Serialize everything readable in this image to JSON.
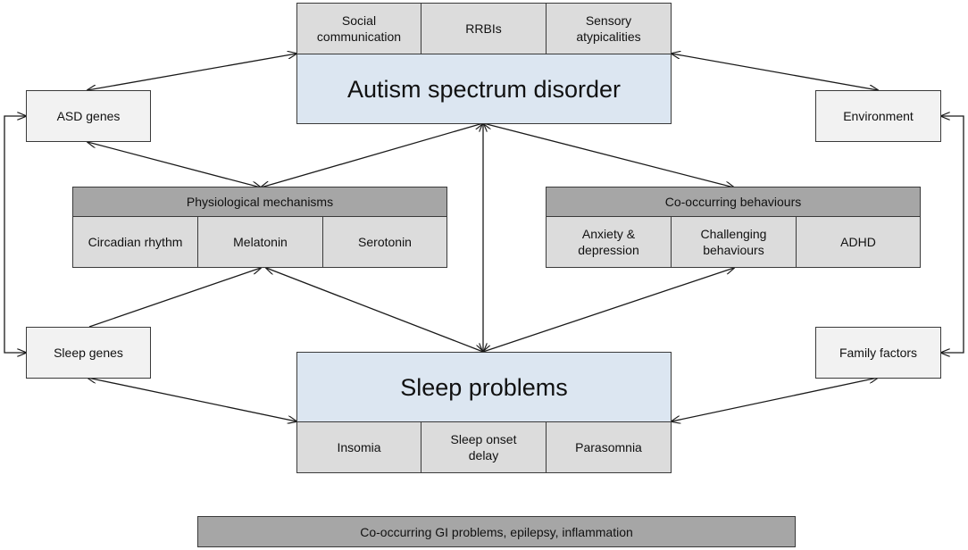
{
  "asd": {
    "title": "Autism spectrum disorder",
    "features": [
      "Social\ncommunication",
      "RRBIs",
      "Sensory\natypicalities"
    ]
  },
  "sleep": {
    "title": "Sleep problems",
    "types": [
      "Insomia",
      "Sleep onset\ndelay",
      "Parasomnia"
    ]
  },
  "asd_genes": "ASD genes",
  "environment": "Environment",
  "sleep_genes": "Sleep genes",
  "family_factors": "Family factors",
  "physiological": {
    "title": "Physiological mechanisms",
    "items": [
      "Circadian rhythm",
      "Melatonin",
      "Serotonin"
    ]
  },
  "behaviours": {
    "title": "Co-occurring behaviours",
    "items": [
      "Anxiety &\ndepression",
      "Challenging\nbehaviours",
      "ADHD"
    ]
  },
  "footer": "Co-occurring GI problems, epilepsy, inflammation",
  "colors": {
    "box_light": "#f2f2f2",
    "cell_gray": "#dcdcdc",
    "header_dark": "#a6a6a6",
    "main_blue": "#dce6f1",
    "line": "#1a1a1a"
  }
}
